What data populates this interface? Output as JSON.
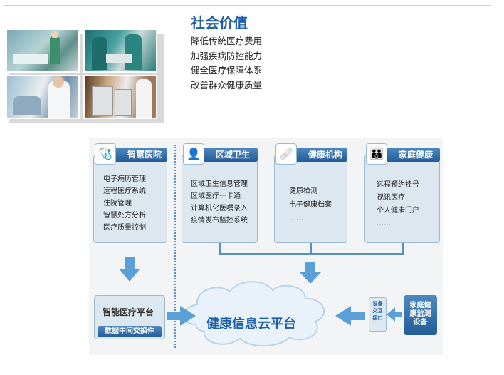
{
  "social_value": {
    "title": "社会价值",
    "items": [
      "降低传统医疗费用",
      "加强疾病防控能力",
      "健全医疗保障体系",
      "改善群众健康质量"
    ]
  },
  "photos": [
    {
      "icon": "hospital-ward-photo"
    },
    {
      "icon": "surgery-photo"
    },
    {
      "icon": "doctor-patient-photo"
    },
    {
      "icon": "medical-kiosk-photo"
    }
  ],
  "diagram": {
    "smart_hospital": {
      "title": "智慧医院",
      "items": [
        "电子病历管理",
        "远程医疗系统",
        "住院管理",
        "智慧处方分析",
        "医疗质量控制"
      ]
    },
    "regional_health": {
      "title": "区域卫生",
      "items": [
        "区域卫生信息管理",
        "区域医疗一卡通",
        "计算机化医嘱录入",
        "疫情发布监控系统"
      ]
    },
    "health_institution": {
      "title": "健康机构",
      "items": [
        "健康检测",
        "电子健康档案",
        "……"
      ]
    },
    "family_health": {
      "title": "家庭健康",
      "items": [
        "远程预约挂号",
        "视讯医疗",
        "个人健康门户",
        "……"
      ]
    },
    "platform": {
      "title": "智能医疗平台",
      "bar": "数据中间交换件"
    },
    "cloud": {
      "title": "健康信息云平台"
    },
    "device_gateway": {
      "lines": [
        "设备",
        "交互",
        "接口"
      ]
    },
    "home_monitor": {
      "lines": [
        "家庭健",
        "康监测",
        "设备"
      ]
    }
  },
  "colors": {
    "accent": "#1f5fa8",
    "header": "#2e6ba8",
    "box": "#dce7f0",
    "arrow": "#5aa0d8"
  }
}
